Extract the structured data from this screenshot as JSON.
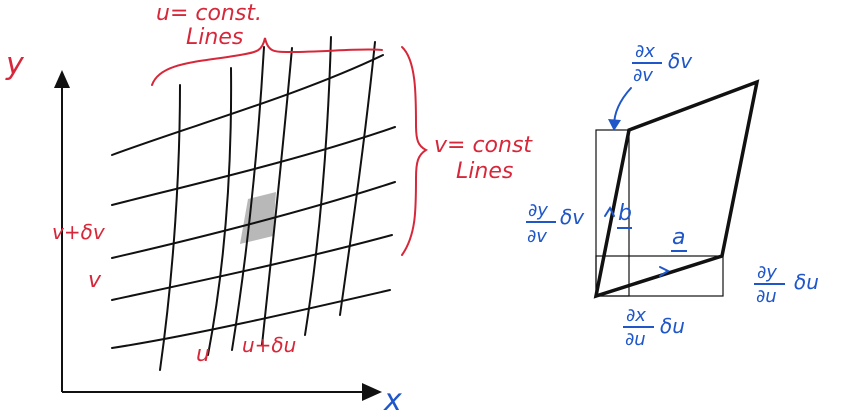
{
  "colors": {
    "ink": "#111111",
    "annotation_red": "#d6283a",
    "annotation_blue": "#1f57c8",
    "shaded_cell": "#b8b8b8"
  },
  "left_diagram": {
    "y_axis_label": "y",
    "x_axis_label": "x",
    "u_const_label_line1": "u= const.",
    "u_const_label_line2": "Lines",
    "v_const_label_line1": "v= const",
    "v_const_label_line2": "Lines",
    "v_plus_dv_label": "v+δv",
    "v_label": "v",
    "u_label": "u",
    "u_plus_du_label": "u+δu"
  },
  "right_diagram": {
    "top_num": "∂x",
    "top_den": "∂v",
    "top_suffix": "δv",
    "left_num": "∂y",
    "left_den": "∂v",
    "left_suffix": "δv",
    "vector_b": "b",
    "vector_a": "a",
    "bottom_num": "∂x",
    "bottom_den": "∂u",
    "bottom_suffix": "δu",
    "right_num": "∂y",
    "right_den": "∂u",
    "right_suffix": "δu"
  }
}
